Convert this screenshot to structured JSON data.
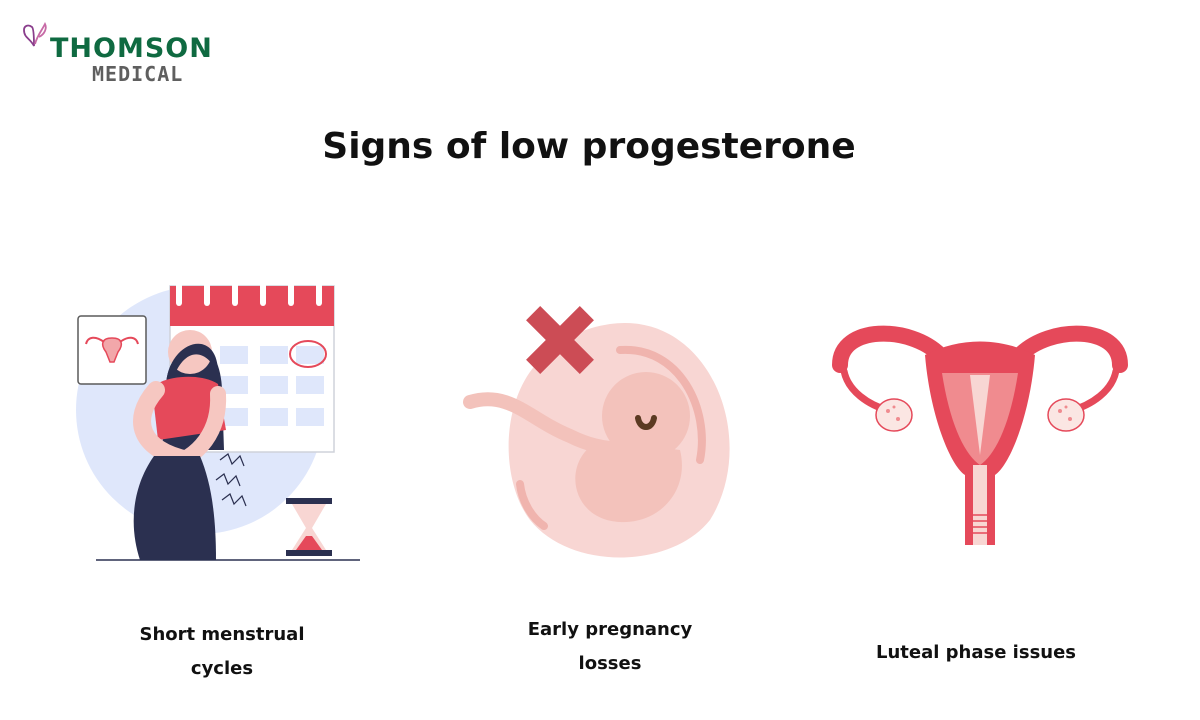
{
  "brand": {
    "name_line1": "THOMSON",
    "name_line2": "MEDICAL",
    "logo_icon": "butterfly-icon",
    "colors": {
      "green": "#0f6a41",
      "grey": "#5f5f5f",
      "purple": "#8a3e8c"
    }
  },
  "title": "Signs of low progesterone",
  "signs": [
    {
      "label_lines": [
        "Short menstrual",
        "cycles"
      ],
      "icon": "woman-calendar-hourglass-icon"
    },
    {
      "label_lines": [
        "Early pregnancy",
        "losses"
      ],
      "icon": "embryo-cross-icon"
    },
    {
      "label_lines": [
        "Luteal phase issues"
      ],
      "icon": "uterus-icon"
    }
  ],
  "colors": {
    "accent_red": "#e5495a",
    "pink_light": "#f8d6d3",
    "blue_light": "#dfe7fb",
    "navy": "#2b3050"
  }
}
